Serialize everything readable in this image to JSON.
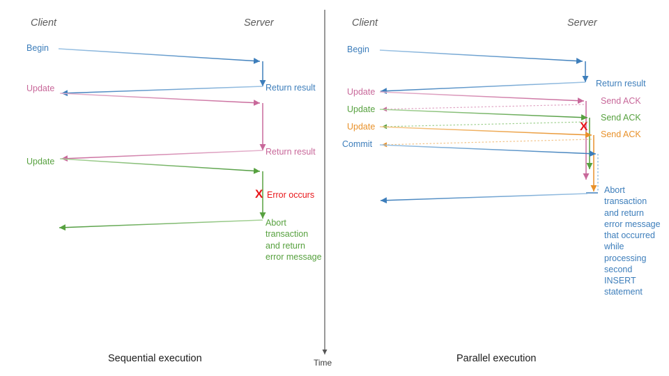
{
  "diagram": {
    "title_left": "Sequential execution",
    "title_right": "Parallel execution",
    "time_axis_label": "Time",
    "colors": {
      "blue": "#3d7ebb",
      "pink": "#c8689a",
      "green": "#57a13f",
      "orange": "#e8912a",
      "red": "#e8161a",
      "actor": "#5b5b5b",
      "axis": "#555555"
    }
  },
  "left_panel": {
    "actor_client": "Client",
    "actor_server": "Server",
    "caption": "Sequential execution",
    "messages": [
      {
        "id": "begin",
        "label": "Begin",
        "color": "blue",
        "dir": "c2s"
      },
      {
        "id": "return1",
        "label": "Return result",
        "color": "blue",
        "dir": "s2c"
      },
      {
        "id": "update1",
        "label": "Update",
        "color": "pink",
        "dir": "c2s"
      },
      {
        "id": "return2",
        "label": "Return result",
        "color": "pink",
        "dir": "s2c"
      },
      {
        "id": "update2",
        "label": "Update",
        "color": "green",
        "dir": "c2s"
      },
      {
        "id": "error",
        "label": "Error occurs",
        "color": "red",
        "dir": "marker"
      },
      {
        "id": "abort",
        "label": "Abort\ntransaction\nand return\nerror message",
        "color": "green",
        "dir": "s2c"
      }
    ],
    "error_marker": "X",
    "error_text": "Error occurs",
    "abort_text": "Abort\ntransaction\nand return\nerror message"
  },
  "right_panel": {
    "actor_client": "Client",
    "actor_server": "Server",
    "caption": "Parallel execution",
    "messages": [
      {
        "id": "begin",
        "label": "Begin",
        "color": "blue",
        "dir": "c2s"
      },
      {
        "id": "return1",
        "label": "Return result",
        "color": "blue",
        "dir": "s2c"
      },
      {
        "id": "update1",
        "label": "Update",
        "color": "pink",
        "dir": "c2s"
      },
      {
        "id": "ack1",
        "label": "Send ACK",
        "color": "pink",
        "dir": "s2c"
      },
      {
        "id": "update2",
        "label": "Update",
        "color": "green",
        "dir": "c2s"
      },
      {
        "id": "ack2",
        "label": "Send ACK",
        "color": "green",
        "dir": "s2c"
      },
      {
        "id": "update3",
        "label": "Update",
        "color": "orange",
        "dir": "c2s"
      },
      {
        "id": "ack3",
        "label": "Send ACK",
        "color": "orange",
        "dir": "s2c"
      },
      {
        "id": "commit",
        "label": "Commit",
        "color": "blue",
        "dir": "c2s"
      }
    ],
    "error_marker": "X",
    "abort_text": "Abort\ntransaction\nand return\nerror message\nthat occurred\nwhile\nprocessing\nsecond\nINSERT\nstatement"
  }
}
